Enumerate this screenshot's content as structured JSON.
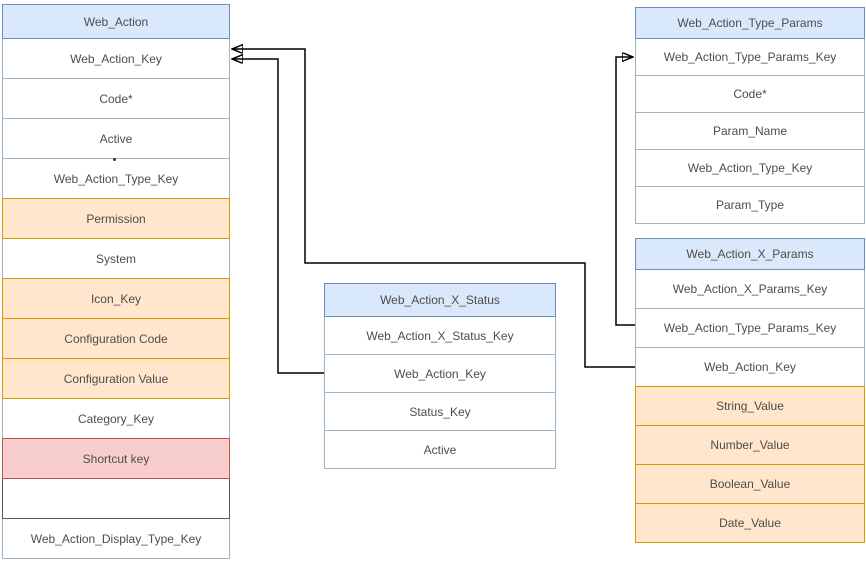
{
  "colors": {
    "header_fill": "#dae8fc",
    "header_border": "#6c8ebf",
    "row_border": "#9db4cb",
    "orange_fill": "#ffe6cc",
    "orange_border": "#d79b00",
    "pink_fill": "#f8cecc",
    "pink_border": "#b85450",
    "empty_border": "#595959",
    "connector": "#000000",
    "text": "#4d4d4d"
  },
  "tables": {
    "web_action": {
      "title": "Web_Action",
      "rows": [
        {
          "label": "Web_Action_Key",
          "type": "white"
        },
        {
          "label": "Code*",
          "type": "white"
        },
        {
          "label": "Active",
          "type": "white"
        },
        {
          "label": "Web_Action_Type_Key",
          "type": "white"
        },
        {
          "label": "Permission",
          "type": "orange"
        },
        {
          "label": "System",
          "type": "white"
        },
        {
          "label": "Icon_Key",
          "type": "orange"
        },
        {
          "label": "Configuration Code",
          "type": "orange"
        },
        {
          "label": "Configuration Value",
          "type": "orange"
        },
        {
          "label": "Category_Key",
          "type": "white"
        },
        {
          "label": "Shortcut key",
          "type": "pink"
        },
        {
          "label": "",
          "type": "empty"
        },
        {
          "label": "Web_Action_Display_Type_Key",
          "type": "white"
        }
      ]
    },
    "web_action_x_status": {
      "title": "Web_Action_X_Status",
      "rows": [
        {
          "label": "Web_Action_X_Status_Key",
          "type": "white"
        },
        {
          "label": "Web_Action_Key",
          "type": "white"
        },
        {
          "label": "Status_Key",
          "type": "white"
        },
        {
          "label": "Active",
          "type": "white"
        }
      ]
    },
    "web_action_type_params": {
      "title": "Web_Action_Type_Params",
      "rows": [
        {
          "label": "Web_Action_Type_Params_Key",
          "type": "white"
        },
        {
          "label": "Code*",
          "type": "white"
        },
        {
          "label": "Param_Name",
          "type": "white"
        },
        {
          "label": "Web_Action_Type_Key",
          "type": "white"
        },
        {
          "label": "Param_Type",
          "type": "white"
        }
      ]
    },
    "web_action_x_params": {
      "title": "Web_Action_X_Params",
      "rows": [
        {
          "label": "Web_Action_X_Params_Key",
          "type": "white"
        },
        {
          "label": "Web_Action_Type_Params_Key",
          "type": "white"
        },
        {
          "label": "Web_Action_Key",
          "type": "white"
        },
        {
          "label": "String_Value",
          "type": "orange"
        },
        {
          "label": "Number_Value",
          "type": "orange"
        },
        {
          "label": "Boolean_Value",
          "type": "orange"
        },
        {
          "label": "Date_Value",
          "type": "orange"
        }
      ]
    }
  },
  "relationships": [
    {
      "from": "Web_Action_X_Status.Web_Action_Key",
      "to": "Web_Action.Web_Action_Key"
    },
    {
      "from": "Web_Action_X_Params.Web_Action_Key",
      "to": "Web_Action.Web_Action_Key"
    },
    {
      "from": "Web_Action_X_Params.Web_Action_Type_Params_Key",
      "to": "Web_Action_Type_Params.Web_Action_Type_Params_Key"
    }
  ]
}
